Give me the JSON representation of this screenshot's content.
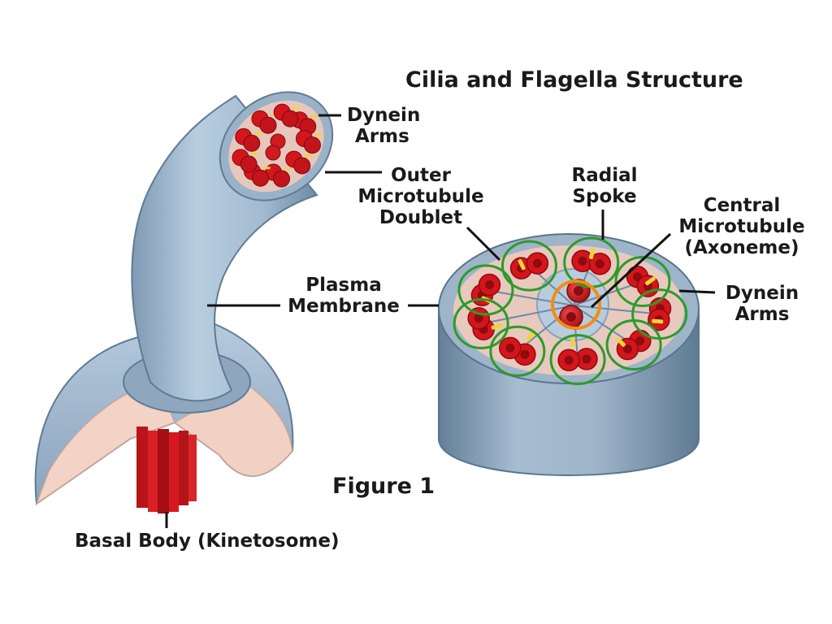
{
  "title": "Cilia and Flagella Structure",
  "figure_label": "Figure 1",
  "labels": {
    "dynein_arms_top": [
      "Dynein",
      "Arms"
    ],
    "outer_doublet": [
      "Outer",
      "Microtubule",
      "Doublet"
    ],
    "radial_spoke": [
      "Radial",
      "Spoke"
    ],
    "central_microtubule": [
      "Central",
      "Microtubule",
      "(Axoneme)"
    ],
    "plasma_membrane": [
      "Plasma",
      "Membrane"
    ],
    "dynein_arms_right": [
      "Dynein",
      "Arms"
    ],
    "basal_body": "Basal Body (Kinetosome)"
  },
  "colors": {
    "membrane": "#9fb8cf",
    "membrane_dark": "#6f8ea8",
    "interior": "#e9c9bd",
    "microtubule": "#d4161c",
    "microtubule_dark": "#8e0b0f",
    "dynein": "#f1d33a",
    "annotation_green": "#2e9a2a",
    "annotation_orange": "#f28c14"
  }
}
